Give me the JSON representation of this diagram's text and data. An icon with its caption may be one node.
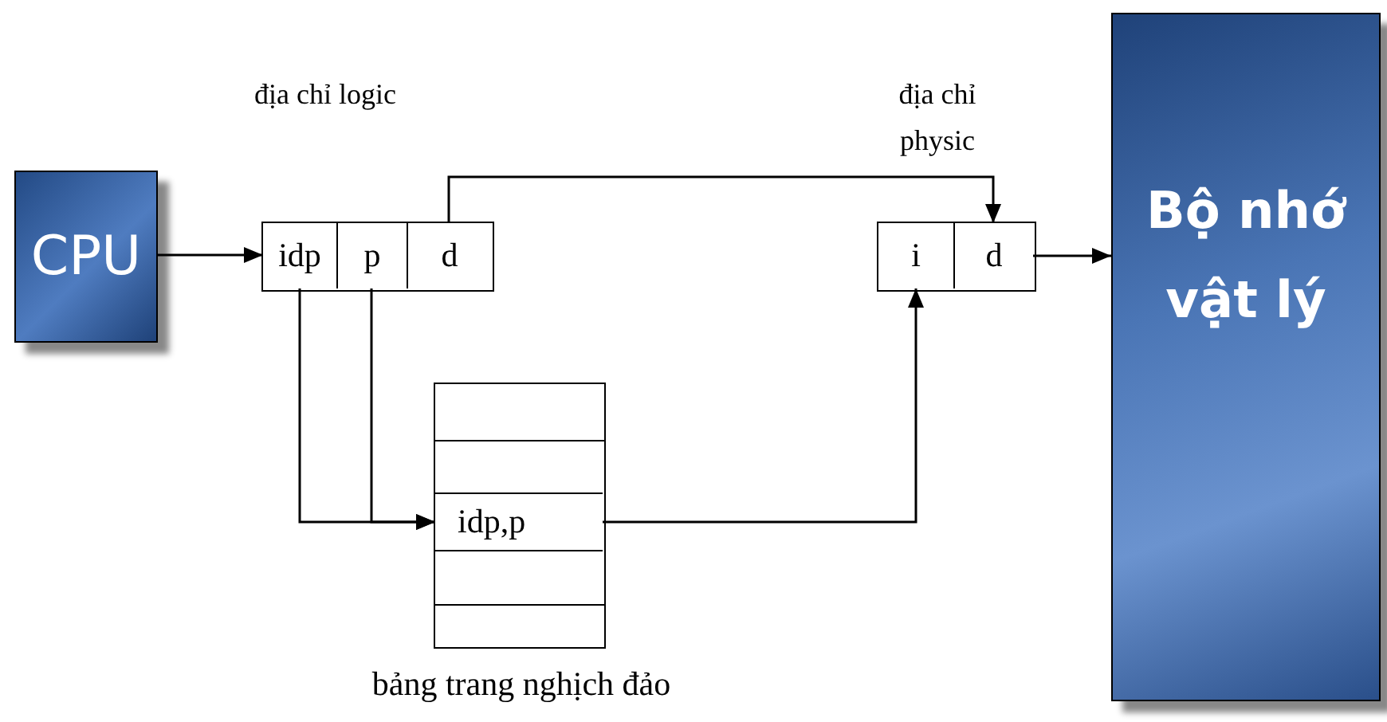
{
  "diagram": {
    "nodes": [
      {
        "text": [
          "CPU"
        ]
      },
      {
        "text": [
          "địa chỉ logic"
        ]
      },
      {
        "text": [
          "idp"
        ],
        "in": 1
      },
      {
        "text": [
          "p"
        ],
        "in": 1
      },
      {
        "text": [
          "d"
        ],
        "in": 1
      },
      {
        "text": [
          "địa chỉ physic"
        ]
      },
      {
        "text": [
          "i"
        ],
        "in": 5
      },
      {
        "text": [
          "d"
        ],
        "in": 5
      },
      {
        "text": [
          "bảng trang nghịch đảo"
        ]
      },
      {
        "text": [
          "idp,p"
        ],
        "in": 8
      },
      {
        "text": [
          "Bộ nhớ vật lý"
        ]
      }
    ],
    "edges": [
      {
        "from": 0,
        "to": 2,
        "arrow": "to"
      },
      {
        "from": 2,
        "to": 9,
        "arrow": "to"
      },
      {
        "from": 3,
        "to": 9,
        "arrow": "to"
      },
      {
        "from": 4,
        "to": 7,
        "arrow": "to"
      },
      {
        "from": 9,
        "to": 6,
        "arrow": "to"
      },
      {
        "from": 7,
        "to": 10,
        "arrow": "to"
      }
    ]
  }
}
